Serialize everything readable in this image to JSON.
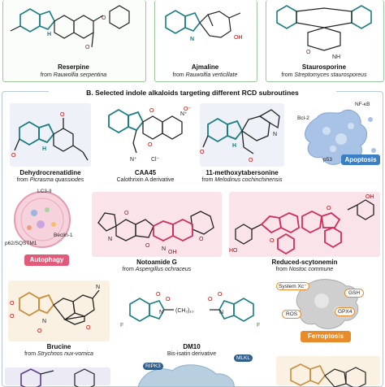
{
  "top_compounds": [
    {
      "name": "Reserpine",
      "source_prefix": "from ",
      "source": "Rauwolfia serpentina"
    },
    {
      "name": "Ajmaline",
      "source_prefix": "from ",
      "source": "Rauwolfia verticillate"
    },
    {
      "name": "Staurosporine",
      "source_prefix": "from ",
      "source": "Streptomyces staurosporeus"
    }
  ],
  "section_b": {
    "title": "B. Selected indole alkaloids targeting different RCD subroutines"
  },
  "compounds": [
    {
      "name": "Dehydrocrenatidine",
      "source_prefix": "from ",
      "source": "Picrasma quassiodes"
    },
    {
      "name": "CAA45",
      "source_prefix": "",
      "source": "Calothrixin A derivative"
    },
    {
      "name": "11-methoxytabersonine",
      "source_prefix": "from ",
      "source": "Melodinus cochinchinensis"
    },
    {
      "name": "Notoamide G",
      "source_prefix": "from ",
      "source": "Aspergillus ochraceus"
    },
    {
      "name": "Reduced-scytonemin",
      "source_prefix": "from ",
      "source": "Nostoc commune"
    },
    {
      "name": "Brucine",
      "source_prefix": "from ",
      "source": "Strychnos nux-vomica"
    },
    {
      "name": "DM10",
      "source_prefix": "",
      "source": "Bis-isatin derivative"
    }
  ],
  "badges": {
    "apoptosis": "Apoptosis",
    "autophagy": "Autophagy",
    "ferroptosis": "Ferroptosis"
  },
  "apoptosis_labels": {
    "nfkb": "NF-κB",
    "bcl2": "Bcl-2",
    "p53": "p53"
  },
  "autophagy_labels": {
    "lc3": "LC3-II",
    "p62": "p62/SQSTM1",
    "beclin": "Beclin-1"
  },
  "ferroptosis_labels": {
    "systemxc": "System Xc⁻",
    "gsh": "GSH",
    "ros": "ROS",
    "gpx4": "GPX4"
  },
  "necroptosis_labels": {
    "ripk3": "RIPK3",
    "mlkl": "MLKL"
  },
  "atoms": {
    "n_plus": "N⁺",
    "o_minus": "O⁻",
    "cl_minus": "Cl⁻",
    "oh": "OH",
    "o": "O",
    "n": "N",
    "nh": "NH",
    "h": "H",
    "f": "F",
    "dm10_linker": "(CH₂)₁₀"
  },
  "colors": {
    "indole_teal": "#1b7c82",
    "apoptosis_blue": "#3a7fc4",
    "autophagy_pink": "#e05a7a",
    "notoamide_pink": "#cf2d5b",
    "ferroptosis_orange": "#e88b2a",
    "brucine_tan": "#c98d3a"
  }
}
